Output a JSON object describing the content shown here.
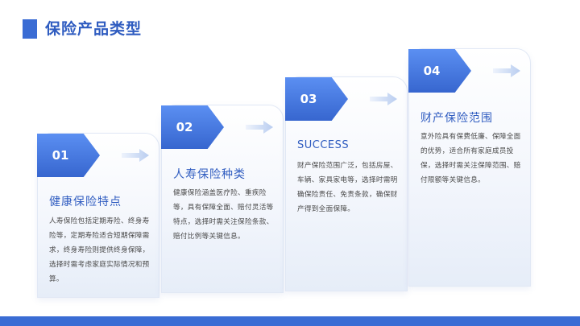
{
  "page": {
    "title": "保险产品类型"
  },
  "cards": [
    {
      "number": "01",
      "title": "健康保险特点",
      "description": "人寿保险包括定期寿险、终身寿险等，定期寿险适合短期保障需求，终身寿险则提供终身保障，选择时需考虑家庭实际情况和预算。"
    },
    {
      "number": "02",
      "title": "人寿保险种类",
      "description": "健康保险涵盖医疗险、重疾险等，具有保障全面、赔付灵活等特点，选择时需关注保险条款、赔付比例等关键信息。"
    },
    {
      "number": "03",
      "title": "SUCCESS",
      "description": "财产保险范围广泛，包括房屋、车辆、家具家电等，选择时需明确保险责任、免责条款，确保财产得到全面保障。"
    },
    {
      "number": "04",
      "title": "财产保险范围",
      "description": "意外险具有保费低廉、保障全面的优势，适合所有家庭成员投保，选择时需关注保障范围、赔付限额等关键信息。"
    }
  ],
  "colors": {
    "accent": "#3a6cd4",
    "title": "#2f5cc0",
    "badge_top": "#5b8ff2",
    "badge_bottom": "#3766cf",
    "arrow": "#c5d6f3"
  }
}
